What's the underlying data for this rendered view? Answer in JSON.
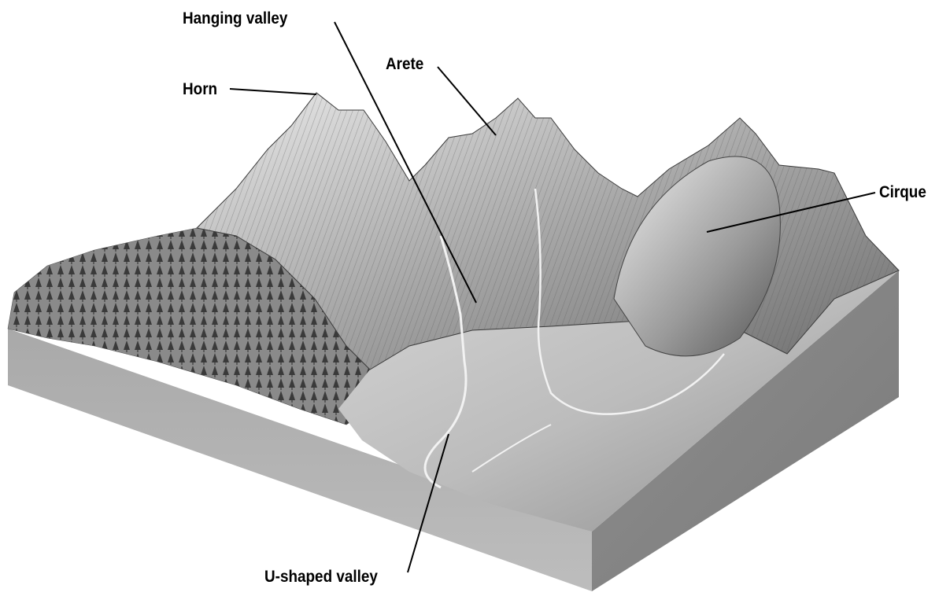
{
  "diagram": {
    "labels": {
      "hanging_valley": "Hanging valley",
      "arete": "Arete",
      "horn": "Horn",
      "cirque": "Cirque",
      "u_shaped_valley": "U-shaped valley"
    }
  }
}
